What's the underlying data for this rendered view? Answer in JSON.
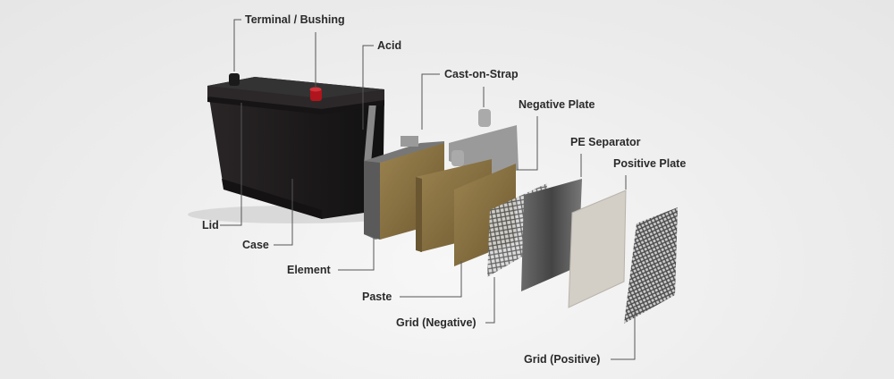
{
  "labels": {
    "terminal": "Terminal / Bushing",
    "acid": "Acid",
    "cast_on_strap": "Cast-on-Strap",
    "negative_plate": "Negative Plate",
    "pe_separator": "PE Separator",
    "positive_plate": "Positive Plate",
    "lid": "Lid",
    "case": "Case",
    "element": "Element",
    "paste": "Paste",
    "grid_negative": "Grid (Negative)",
    "grid_positive": "Grid (Positive)"
  },
  "colors": {
    "case": "#1e1b1c",
    "bushing": "#b0141c",
    "paste": "#8a7240",
    "separator": "#555555",
    "positive_plate": "#cfcac2",
    "leader_line": "#555555"
  }
}
